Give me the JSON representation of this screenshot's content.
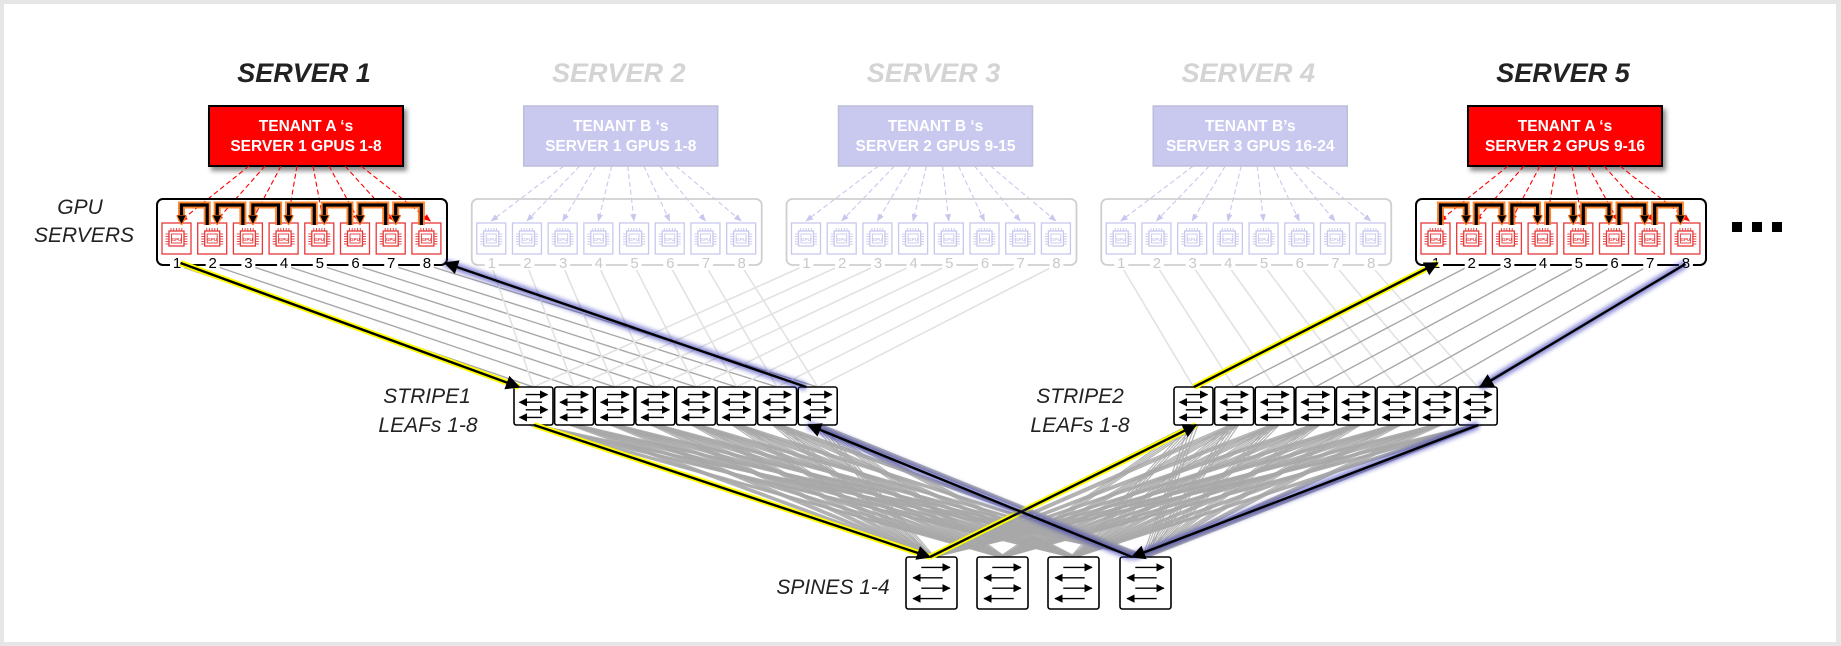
{
  "diagram": {
    "labels": {
      "gpu_servers": [
        "GPU",
        "SERVERS"
      ],
      "stripe1": [
        "STRIPE1",
        "LEAFs 1-8"
      ],
      "stripe2": [
        "STRIPE2",
        "LEAFs 1-8"
      ],
      "spines": "SPINES 1-4",
      "more": "more-servers-ellipsis"
    },
    "servers": [
      {
        "id": 1,
        "title": "SERVER 1",
        "active": true,
        "tenant": "A",
        "tenant_lines": [
          "TENANT A ‘s",
          "SERVER 1  GPUS 1-8"
        ],
        "ring_direction": "left",
        "stripe": 1
      },
      {
        "id": 2,
        "title": "SERVER 2",
        "active": false,
        "tenant": "B",
        "tenant_lines": [
          "TENANT B ‘s",
          "SERVER 1 GPUS 1-8"
        ],
        "stripe": 1
      },
      {
        "id": 3,
        "title": "SERVER 3",
        "active": false,
        "tenant": "B",
        "tenant_lines": [
          "TENANT B ‘s",
          "SERVER 2 GPUS 9-15"
        ],
        "stripe": 1
      },
      {
        "id": 4,
        "title": "SERVER 4",
        "active": false,
        "tenant": "B",
        "tenant_lines": [
          "TENANT B’s",
          "SERVER 3 GPUS 16-24"
        ],
        "stripe": 2
      },
      {
        "id": 5,
        "title": "SERVER 5",
        "active": true,
        "tenant": "A",
        "tenant_lines": [
          "TENANT A ‘s",
          "SERVER 2 GPUS 9-16"
        ],
        "ring_direction": "right",
        "stripe": 2
      }
    ],
    "gpus_per_server": 8,
    "gpu_icon_label": "GPU",
    "leaves_per_stripe": 8,
    "spine_count": 4,
    "highlighted_paths": [
      {
        "name": "yellow-path",
        "color": "#ffff00",
        "route": [
          "server1-gpu1",
          "stripe1-leaf1",
          "spine1",
          "stripe2-leaf1",
          "server5-gpu1"
        ]
      },
      {
        "name": "blue-path",
        "color": "#2b2bb5",
        "route": [
          "server5-gpu8",
          "stripe2-leaf8",
          "spine4",
          "stripe1-leaf8",
          "server1-gpu8"
        ]
      }
    ],
    "colors": {
      "tenant_a": "#ff0000",
      "tenant_b": "#c9c9f0",
      "active_title": "#222222",
      "inactive_title": "#d4d4d4",
      "gpu_active": "#e8383a",
      "gpu_inactive": "#c8c8ee",
      "ring_orange": "#ff7a1a",
      "link_gray": "#a8a8a8",
      "link_faint": "#e2e2e2"
    }
  }
}
